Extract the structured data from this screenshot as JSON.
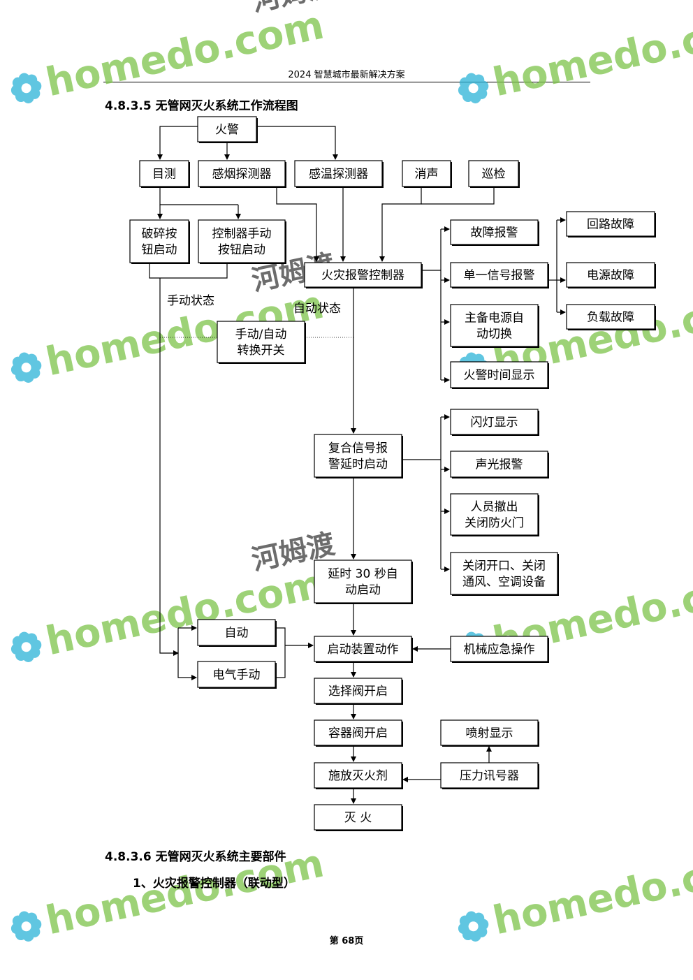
{
  "header": {
    "text": "2024 智慧城市最新解决方案"
  },
  "section_title": "4.8.3.5 无管网灭火系统工作流程图",
  "section_title_2": "4.8.3.6 无管网灭火系统主要部件",
  "subsection": "1、火灾报警控制器（联动型）",
  "footer": {
    "page": "第  68页"
  },
  "diagram": {
    "nodes": {
      "fire_alarm": [
        "火警"
      ],
      "visual": [
        "目测"
      ],
      "smoke_detector": [
        "感烟探测器"
      ],
      "heat_detector": [
        "感温探测器"
      ],
      "silence": [
        "消声"
      ],
      "patrol": [
        "巡检"
      ],
      "break_button": [
        "破碎按",
        "钮启动"
      ],
      "controller_manual": [
        "控制器手动",
        "按钮启动"
      ],
      "alarm_controller": [
        "火灾报警控制器"
      ],
      "fault_alarm": [
        "故障报警"
      ],
      "single_signal": [
        "单一信号报警"
      ],
      "power_switch": [
        "主备电源自",
        "动切换"
      ],
      "time_display": [
        "火警时间显示"
      ],
      "loop_fault": [
        "回路故障"
      ],
      "power_fault": [
        "电源故障"
      ],
      "load_fault": [
        "负载故障"
      ],
      "manual_auto_switch": [
        "手动/自动",
        "转换开关"
      ],
      "composite_signal": [
        "复合信号报",
        "警延时启动"
      ],
      "flash_display": [
        "闪灯显示"
      ],
      "sound_light": [
        "声光报警"
      ],
      "evacuate": [
        "人员撤出",
        "关闭防火门"
      ],
      "close_openings": [
        "关闭开口、关闭",
        "通风、空调设备"
      ],
      "delay_30s": [
        "延时 30 秒自",
        "动启动"
      ],
      "auto": [
        "自动"
      ],
      "electric_manual": [
        "电气手动"
      ],
      "start_device": [
        "启动装置动作"
      ],
      "mechanical_emergency": [
        "机械应急操作"
      ],
      "selector_valve": [
        "选择阀开启"
      ],
      "container_valve": [
        "容器阀开启"
      ],
      "spray_display": [
        "喷射显示"
      ],
      "release_agent": [
        "施放灭火剂"
      ],
      "pressure_switch": [
        "压力讯号器"
      ],
      "extinguish": [
        "灭      火"
      ]
    },
    "labels": {
      "manual_state": "手动状态",
      "auto_state": "自动状态"
    }
  },
  "watermark": {
    "brand": "homedo.com",
    "brand_cn": "河姆渡"
  },
  "colors": {
    "watermark_green": "#7dc34a",
    "watermark_blue": "#2bb3d8",
    "line": "#000000"
  }
}
